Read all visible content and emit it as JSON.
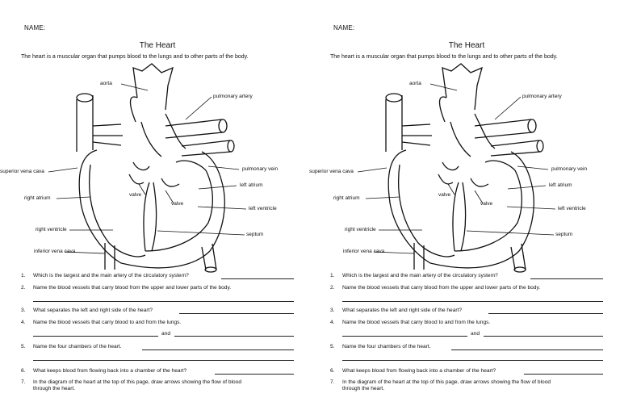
{
  "worksheet": {
    "name_label": "NAME:",
    "title": "The Heart",
    "intro": "The heart is a muscular organ that pumps blood to the lungs and to other parts of the body.",
    "labels": {
      "aorta": "aorta",
      "pulmonary_artery": "pulmonary artery",
      "superior_vena_cava": "superior vena cava",
      "pulmonary_vein": "pulmonary vein",
      "left_atrium": "left atrium",
      "right_atrium": "right atrium",
      "valve_1": "valve",
      "valve_2": "valve",
      "left_ventricle": "left ventricle",
      "right_ventricle": "right ventricle",
      "septum": "septum",
      "inferior_vena_cava": "inferior vena cava"
    },
    "questions": [
      {
        "num": "1.",
        "text": "Which is the largest and the main artery of the circulatory system?"
      },
      {
        "num": "2.",
        "text": "Name the blood vessels that carry blood from the upper and lower parts of the body."
      },
      {
        "num": "3.",
        "text": "What separates the left and right side of the heart?"
      },
      {
        "num": "4.",
        "text": "Name the blood vessels that carry blood to and from the lungs."
      },
      {
        "num": "5.",
        "text": "Name the four chambers of the heart."
      },
      {
        "num": "6.",
        "text": "What keeps blood from flowing back into a chamber of the heart?"
      },
      {
        "num": "7.",
        "text": "In the diagram of the heart at the top of this page, draw arrows showing the flow of blood",
        "text2": "through the heart."
      }
    ],
    "and_word": "and"
  }
}
